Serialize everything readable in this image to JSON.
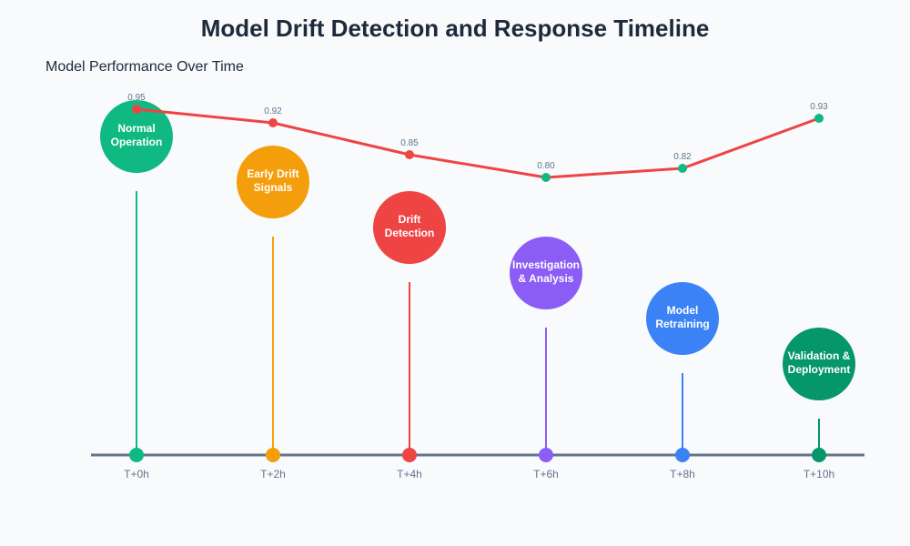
{
  "title": "Model Drift Detection and Response Timeline",
  "subtitle": "Model Performance Over Time",
  "colors": {
    "axis": "#64748b",
    "performance_line": "#ef4444",
    "text": "#1e293b"
  },
  "stages": [
    {
      "time": "T+0h",
      "lines": [
        "Normal",
        "Operation"
      ],
      "color": "#10b981",
      "dot_color": "#10b981"
    },
    {
      "time": "T+2h",
      "lines": [
        "Early Drift",
        "Signals"
      ],
      "color": "#f59e0b",
      "dot_color": "#f59e0b"
    },
    {
      "time": "T+4h",
      "lines": [
        "Drift",
        "Detection"
      ],
      "color": "#ef4444",
      "dot_color": "#ef4444"
    },
    {
      "time": "T+6h",
      "lines": [
        "Investigation",
        "& Analysis"
      ],
      "color": "#8b5cf6",
      "dot_color": "#8b5cf6"
    },
    {
      "time": "T+8h",
      "lines": [
        "Model",
        "Retraining"
      ],
      "color": "#3b82f6",
      "dot_color": "#3b82f6"
    },
    {
      "time": "T+10h",
      "lines": [
        "Validation &",
        "Deployment"
      ],
      "color": "#059669",
      "dot_color": "#059669"
    }
  ],
  "chart_data": {
    "type": "line",
    "x": [
      "T+0h",
      "T+2h",
      "T+4h",
      "T+6h",
      "T+8h",
      "T+10h"
    ],
    "series": [
      {
        "values": [
          0.95,
          0.92,
          0.85,
          0.8,
          0.82,
          0.93
        ],
        "labels": [
          "0.95",
          "0.92",
          "0.85",
          "0.80",
          "0.82",
          "0.93"
        ],
        "point_colors": [
          "#ef4444",
          "#ef4444",
          "#ef4444",
          "#10b981",
          "#10b981",
          "#10b981"
        ]
      }
    ],
    "title": "Model Performance Over Time"
  }
}
